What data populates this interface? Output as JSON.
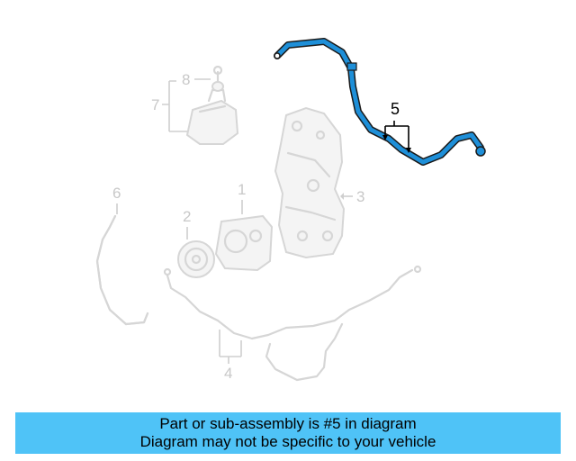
{
  "diagram": {
    "callouts": {
      "c1": "1",
      "c2": "2",
      "c3": "3",
      "c4": "4",
      "c5": "5",
      "c6": "6",
      "c7": "7",
      "c8": "8"
    },
    "highlight_color": "#1e8fd8",
    "ghost_color": "#d6d6d6"
  },
  "banner": {
    "line1": "Part or sub-assembly is #5 in diagram",
    "line2": "Diagram may not be specific to your vehicle",
    "background": "#4fc3f7"
  }
}
